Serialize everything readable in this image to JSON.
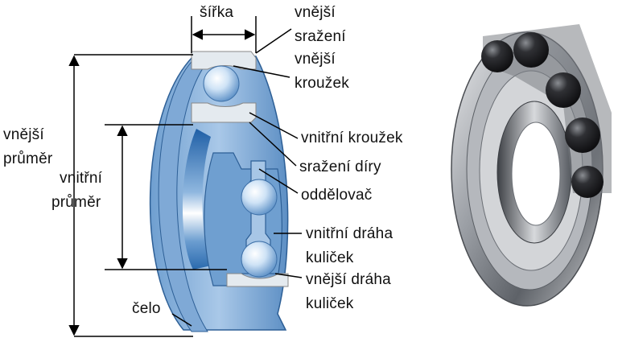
{
  "labels": {
    "width": "šířka",
    "outer_chamfer_l1": "vnější",
    "outer_chamfer_l2": "sražení",
    "outer_ring_l1": "vnější",
    "outer_ring_l2": "kroužek",
    "inner_ring": "vnitřní kroužek",
    "bore_chamfer": "sražení díry",
    "cage": "oddělovač",
    "inner_raceway_l1": "vnitřní dráha",
    "inner_raceway_l2": "kuliček",
    "outer_raceway_l1": "vnější dráha",
    "outer_raceway_l2": "kuliček",
    "face": "čelo",
    "outer_diameter_l1": "vnější",
    "outer_diameter_l2": "průměr",
    "inner_diameter_l1": "vnitřní",
    "inner_diameter_l2": "průměr"
  },
  "colors": {
    "bearing_blue": "#8fb6dc",
    "bearing_dark": "#3f78b3",
    "bearing_light": "#d6e7f6",
    "ring_section": "#e4eaef",
    "photo_metal": "#9aa0a6",
    "photo_ball": "#1e1f22"
  }
}
